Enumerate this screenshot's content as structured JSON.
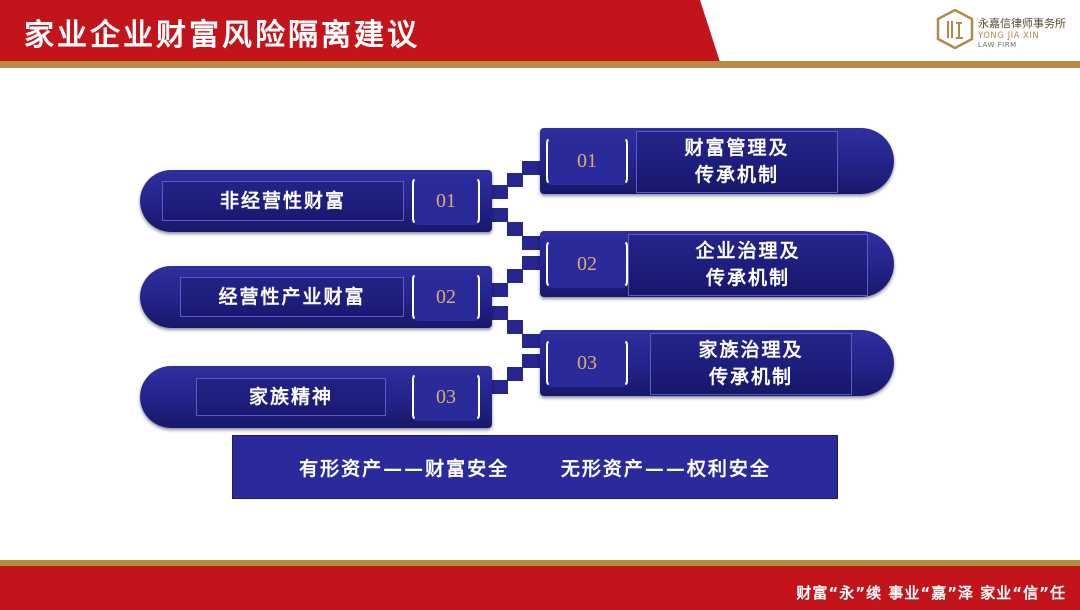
{
  "header": {
    "title": "家业企业财富风险隔离建议"
  },
  "logo": {
    "name_cn": "永嘉信律师事务所",
    "name_en": "YONG JIA XIN",
    "sub_en": "LAW FIRM",
    "colors": {
      "gold": "#b08a4a"
    }
  },
  "left_items": [
    {
      "label": "非经营性财富",
      "number": "01"
    },
    {
      "label": "经营性产业财富",
      "number": "02"
    },
    {
      "label": "家族精神",
      "number": "03"
    }
  ],
  "right_items": [
    {
      "number": "01",
      "line1": "财富管理及",
      "line2": "传承机制"
    },
    {
      "number": "02",
      "line1": "企业治理及",
      "line2": "传承机制"
    },
    {
      "number": "03",
      "line1": "家族治理及",
      "line2": "传承机制"
    }
  ],
  "summary": {
    "tangible": "有形资产——财富安全",
    "intangible": "无形资产——权利安全"
  },
  "footer": {
    "slogan": "财富“永”续    事业“嘉”泽    家业“信”任"
  },
  "colors": {
    "header_red": "#c4141b",
    "gold": "#b58b3f",
    "navy": "#23238a",
    "number_gold": "#d9b06a"
  }
}
